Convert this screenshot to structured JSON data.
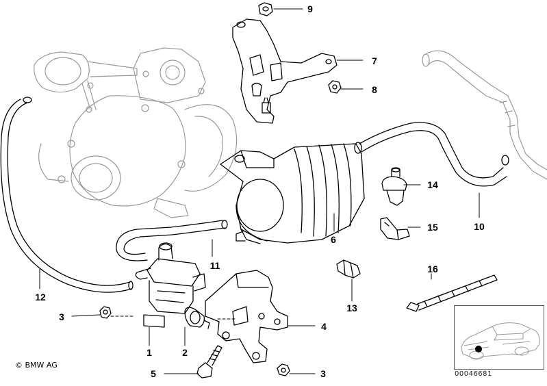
{
  "diagram": {
    "copyright": "© BMW AG",
    "document_number": "00046681",
    "callouts": [
      {
        "id": "1",
        "label": "1"
      },
      {
        "id": "2",
        "label": "2"
      },
      {
        "id": "3a",
        "label": "3"
      },
      {
        "id": "3b",
        "label": "3"
      },
      {
        "id": "4",
        "label": "4"
      },
      {
        "id": "5",
        "label": "5"
      },
      {
        "id": "6",
        "label": "6"
      },
      {
        "id": "7",
        "label": "7"
      },
      {
        "id": "8",
        "label": "8"
      },
      {
        "id": "9",
        "label": "9"
      },
      {
        "id": "10",
        "label": "10"
      },
      {
        "id": "11",
        "label": "11"
      },
      {
        "id": "12",
        "label": "12"
      },
      {
        "id": "13",
        "label": "13"
      },
      {
        "id": "14",
        "label": "14"
      },
      {
        "id": "15",
        "label": "15"
      },
      {
        "id": "16",
        "label": "16"
      }
    ]
  }
}
